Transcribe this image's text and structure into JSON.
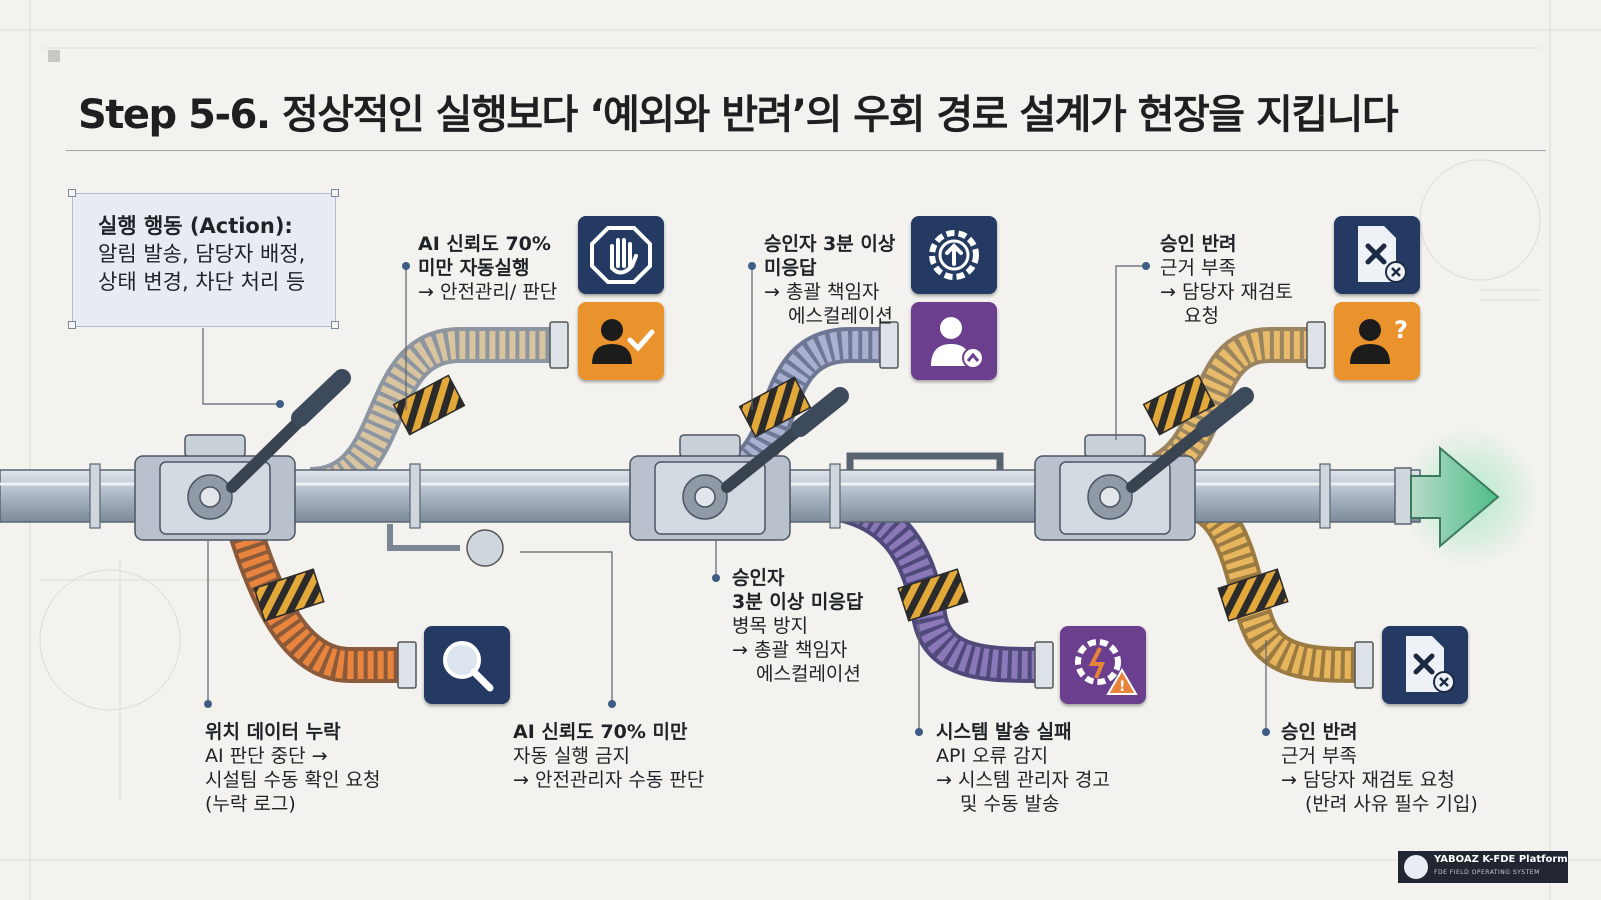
{
  "title": "Step 5-6. 정상적인 실행보다 ‘예외와 반려’의 우회 경로 설계가 현장을 지킵니다",
  "action_box": {
    "heading": "실행 행동 (Action):",
    "line1": "알림 발송, 담당자 배정,",
    "line2": "상태 변경, 차단 처리 등"
  },
  "upper_labels": [
    {
      "l1": "AI 신뢰도 70%",
      "l2": "미만   자동실행",
      "l3": "→ 안전관리/ 판단"
    },
    {
      "l1": "승인자 3분 이상",
      "l2": "미응답",
      "l3": "→ 총괄 책임자",
      "l4": "에스컬레이션"
    },
    {
      "l1": "승인 반려",
      "l2": "근거 부족",
      "l3": "→ 담당자 재검토",
      "l4": "요청"
    }
  ],
  "lower_labels": [
    {
      "h": "위치 데이터 누락",
      "l2": "AI 판단 중단 →",
      "l3": "시설팀 수동 확인 요청",
      "l4": "(누락 로그)"
    },
    {
      "h": "AI 신뢰도 70% 미만",
      "l2": "자동 실행 금지",
      "l3": "→ 안전관리자 수동 판단"
    },
    {
      "h1": "승인자",
      "h2": "3분 이상 미응답",
      "l3": "병목 방지",
      "l4": "→ 총괄 책임자",
      "l5": "에스컬레이션"
    },
    {
      "h": "시스템 발송 실패",
      "l2": "API 오류 감지",
      "l3": "→ 시스템 관리자 경고",
      "l4": "및 수동 발송"
    },
    {
      "h": "승인 반려",
      "l2": "근거 부족",
      "l3": "→ 담당자 재검토 요청",
      "l4": "(반려 사유 필수 기입)"
    }
  ],
  "icons": [
    {
      "name": "stop-hand-icon",
      "color": "#243a63"
    },
    {
      "name": "user-check-icon",
      "color": "#ea922c"
    },
    {
      "name": "gear-up-icon",
      "color": "#243a63"
    },
    {
      "name": "user-escalate-icon",
      "color": "#6b3f8e"
    },
    {
      "name": "document-reject-icon",
      "color": "#243a63"
    },
    {
      "name": "user-question-icon",
      "color": "#ea922c"
    },
    {
      "name": "magnifier-icon",
      "color": "#243a63"
    },
    {
      "name": "gear-warning-icon",
      "color": "#6b3f8e"
    },
    {
      "name": "document-reject-icon",
      "color": "#243a63"
    }
  ],
  "colors": {
    "main_pipe": "#aeb9c6",
    "orange_branch": "#e9843f",
    "yellow_branch": "#e6b55c",
    "purple_branch": "#8a78b9",
    "arrow": "#6fc79a",
    "hazard": "#e3a83a"
  },
  "logo": {
    "main": "YABOAZ K-FDE Platform",
    "sub": "FDE FIELD OPERATING SYSTEM"
  }
}
